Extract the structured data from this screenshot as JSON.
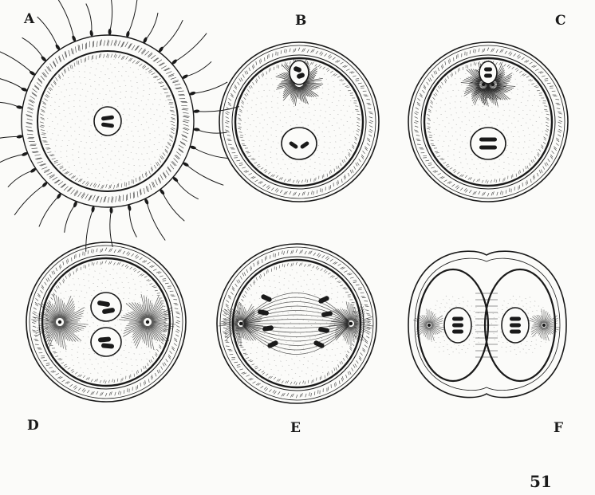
{
  "figures": [
    {
      "id": "A",
      "label": "A"
    },
    {
      "id": "B",
      "label": "B"
    },
    {
      "id": "C",
      "label": "C"
    },
    {
      "id": "D",
      "label": "D"
    },
    {
      "id": "E",
      "label": "E"
    },
    {
      "id": "F",
      "label": "F"
    }
  ],
  "page_number": "51",
  "colors": {
    "ink": "#1a1a1a",
    "paper": "#fbfbf9"
  }
}
